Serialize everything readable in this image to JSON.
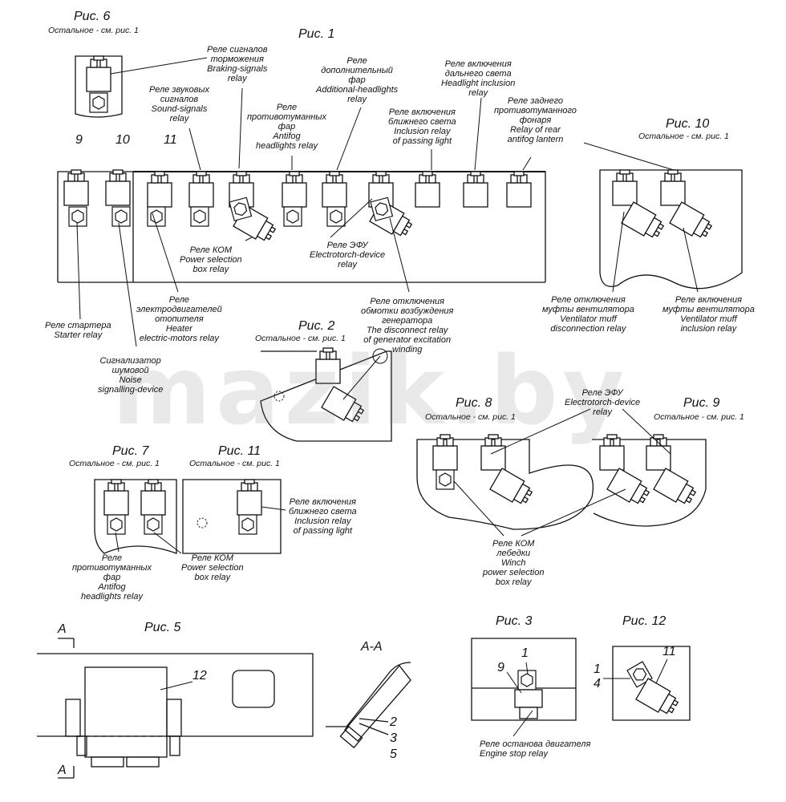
{
  "figures": {
    "fig1": "Рис. 1",
    "fig2": "Рис. 2",
    "fig3": "Рис. 3",
    "fig5": "Рис. 5",
    "fig6": "Рис. 6",
    "fig7": "Рис. 7",
    "fig8": "Рис. 8",
    "fig9": "Рис. 9",
    "fig10": "Рис. 10",
    "fig11": "Рис. 11",
    "fig12": "Рис. 12",
    "rest_note": "Остальное - см. рис. 1",
    "section_aa": "А-А",
    "arrow_a": "А"
  },
  "numbers": {
    "n9": "9",
    "n10": "10",
    "n11": "11",
    "n12": "12",
    "n2": "2",
    "n3": "3",
    "n5": "5",
    "n1": "1",
    "n4": "4"
  },
  "labels": {
    "braking": [
      "Реле сигналов",
      "торможения",
      "Braking-signals",
      "relay"
    ],
    "sound": [
      "Реле звуковых",
      "сигналов",
      "Sound-signals",
      "relay"
    ],
    "additional": [
      "Реле",
      "дополнительный",
      "фар",
      "Additional-headlights",
      "relay"
    ],
    "antifog": [
      "Реле",
      "противотуманных",
      "фар",
      "Antifog",
      "headlights relay"
    ],
    "passing": [
      "Реле включения",
      "ближнего света",
      "Inclusion relay",
      "of passing light"
    ],
    "distant": [
      "Реле включения",
      "дальнего света",
      "Headlight inclusion",
      "relay"
    ],
    "rear_fog": [
      "Реле заднего",
      "противотуманного",
      "фонаря",
      "Relay of rear",
      "antifog lantern"
    ],
    "kom": [
      "Реле КОМ",
      "Power selection",
      "box relay"
    ],
    "efu": [
      "Реле ЭФУ",
      "Electrotorch-device",
      "relay"
    ],
    "heater": [
      "Реле",
      "электродвигателей",
      "отопителя",
      "Heater",
      "electric-motors relay"
    ],
    "starter": [
      "Реле стартера",
      "Starter relay"
    ],
    "noise": [
      "Сигнализатор",
      "шумовой",
      "Noise",
      "signalling-device"
    ],
    "generator": [
      "Реле отключения",
      "обмотки возбуждения",
      "генератора",
      "The disconnect relay",
      "of generator excitation",
      "winding"
    ],
    "fan_off": [
      "Реле отключения",
      "муфты вентилятора",
      "Ventilator muff",
      "disconnection relay"
    ],
    "fan_on": [
      "Реле включения",
      "муфты вентилятора",
      "Ventilator muff",
      "inclusion relay"
    ],
    "efu2": [
      "Реле ЭФУ",
      "Electrotorch-device",
      "relay"
    ],
    "winch": [
      "Реле КОМ",
      "лебедки",
      "Winch",
      "power selection",
      "box relay"
    ],
    "antifog7": [
      "Реле",
      "противотуманных",
      "фар",
      "Antifog",
      "headlights relay"
    ],
    "kom7": [
      "Реле КОМ",
      "Power selection",
      "box relay"
    ],
    "passing11": [
      "Реле включения",
      "ближнего света",
      "Inclusion relay",
      "of passing light"
    ],
    "engine_stop": [
      "Реле останова двигателя",
      "Engine stop relay"
    ]
  },
  "watermark": "mazik.by"
}
